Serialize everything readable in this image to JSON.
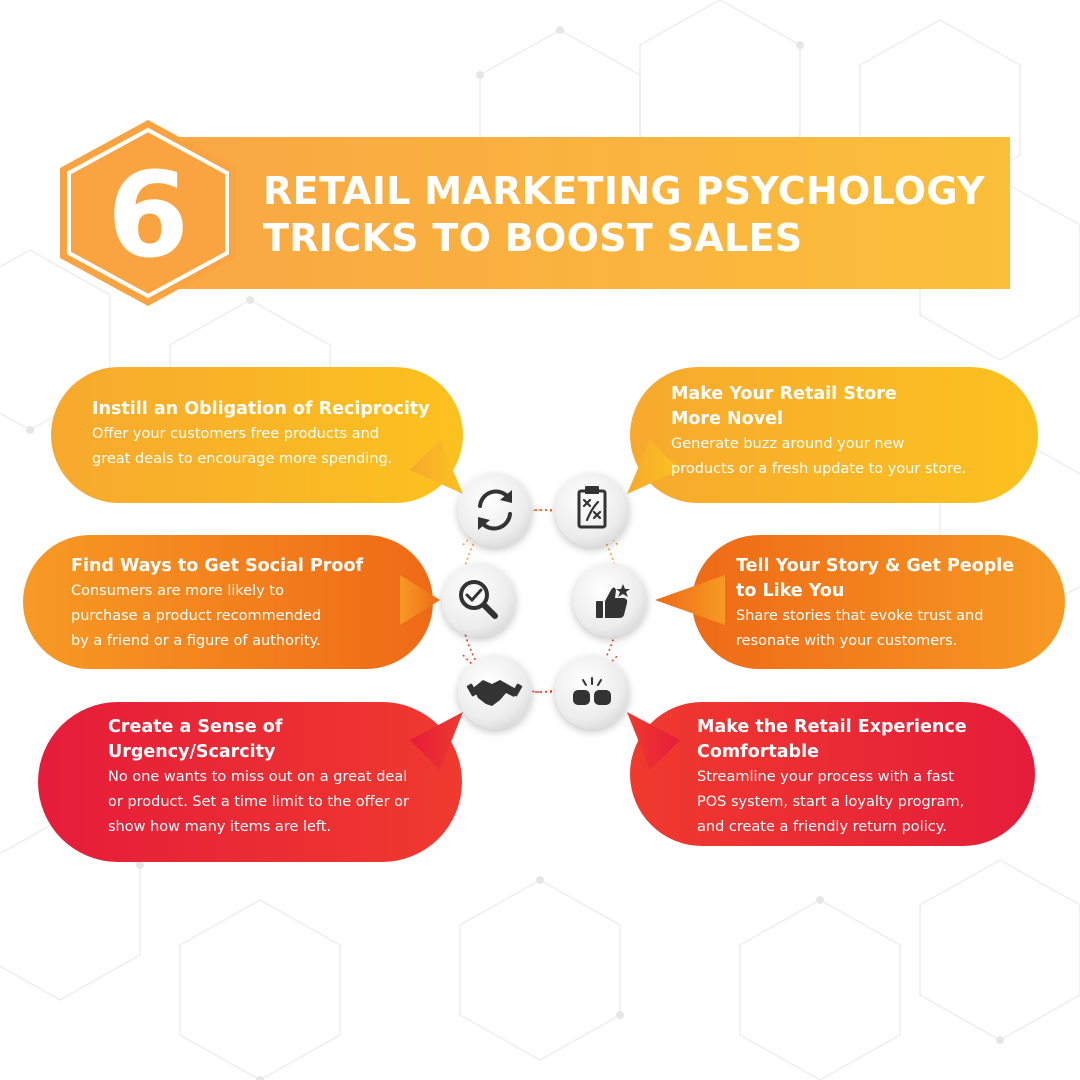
{
  "header": {
    "number": "6",
    "title_line1": "RETAIL MARKETING PSYCHOLOGY",
    "title_line2": "TRICKS TO BOOST SALES"
  },
  "colors": {
    "orange_light": "#fbbf3a",
    "orange": "#f58a1f",
    "red": "#e21c36",
    "icon_dark": "#333333"
  },
  "tips": [
    {
      "title": "Instill an Obligation of Reciprocity",
      "desc": "Offer your customers free products and\ngreat deals to encourage more spending.",
      "icon": "refresh-arrows-icon"
    },
    {
      "title": "Make Your Retail Store\nMore Novel",
      "desc": "Generate buzz around your new\nproducts or a fresh update to your store.",
      "icon": "strategy-clipboard-icon"
    },
    {
      "title": "Find Ways to Get Social Proof",
      "desc": "Consumers are more likely to\npurchase a product recommended\nby a friend or a figure of authority.",
      "icon": "magnifier-check-icon"
    },
    {
      "title": "Tell Your Story & Get People\nto Like You",
      "desc": "Share stories that evoke trust and\nresonate with your customers.",
      "icon": "thumbs-up-star-icon"
    },
    {
      "title": "Create a Sense of\nUrgency/Scarcity",
      "desc": "No one wants to miss out on a great deal\nor product. Set a time limit to the offer or\nshow how many items are left.",
      "icon": "handshake-icon"
    },
    {
      "title": "Make the Retail Experience\nComfortable",
      "desc": "Streamline your process with a fast\nPOS system, start a loyalty program,\nand create a friendly return policy.",
      "icon": "fist-bump-icon"
    }
  ]
}
